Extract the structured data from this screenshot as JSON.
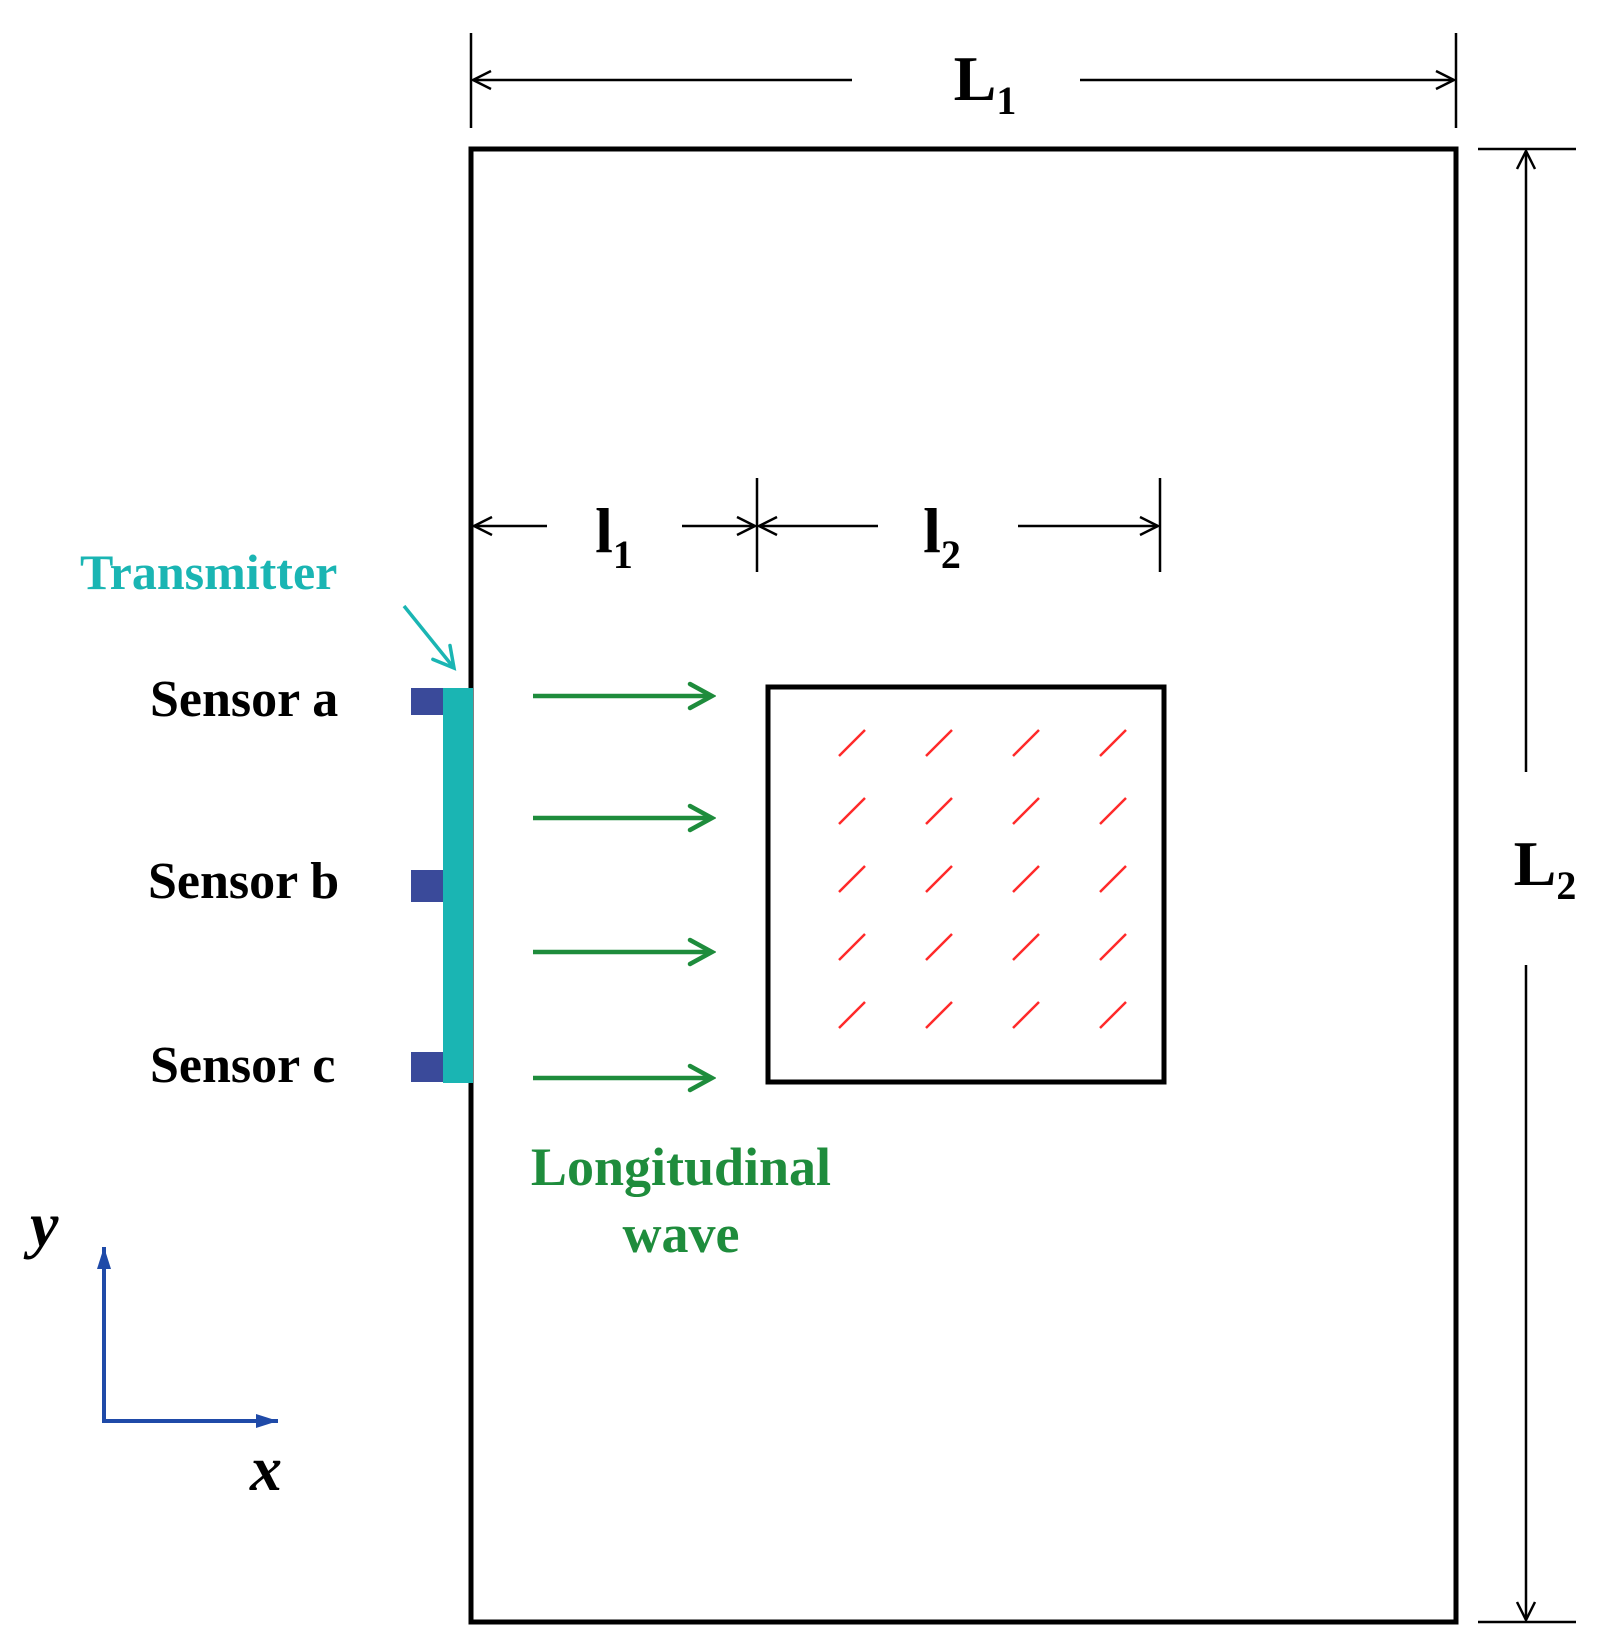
{
  "dimensions": {
    "L1": {
      "base": "L",
      "sub": "1"
    },
    "L2": {
      "base": "L",
      "sub": "2"
    },
    "l1": {
      "base": "l",
      "sub": "1"
    },
    "l2": {
      "base": "l",
      "sub": "2"
    }
  },
  "labels": {
    "transmitter": "Transmitter",
    "sensor_a": "Sensor a",
    "sensor_b": "Sensor b",
    "sensor_c": "Sensor c",
    "wave_line1": "Longitudinal",
    "wave_line2": "wave"
  },
  "axes": {
    "x": "x",
    "y": "y"
  },
  "colors": {
    "outline": "#000000",
    "transmitter": "#1ab5b3",
    "sensor": "#3a4a9a",
    "wave": "#1e8c3c",
    "crack": "#ff2a2a",
    "axis": "#1f4aa8"
  },
  "crack_grid": {
    "rows": 5,
    "cols": 4
  },
  "wave_arrow_count": 4
}
